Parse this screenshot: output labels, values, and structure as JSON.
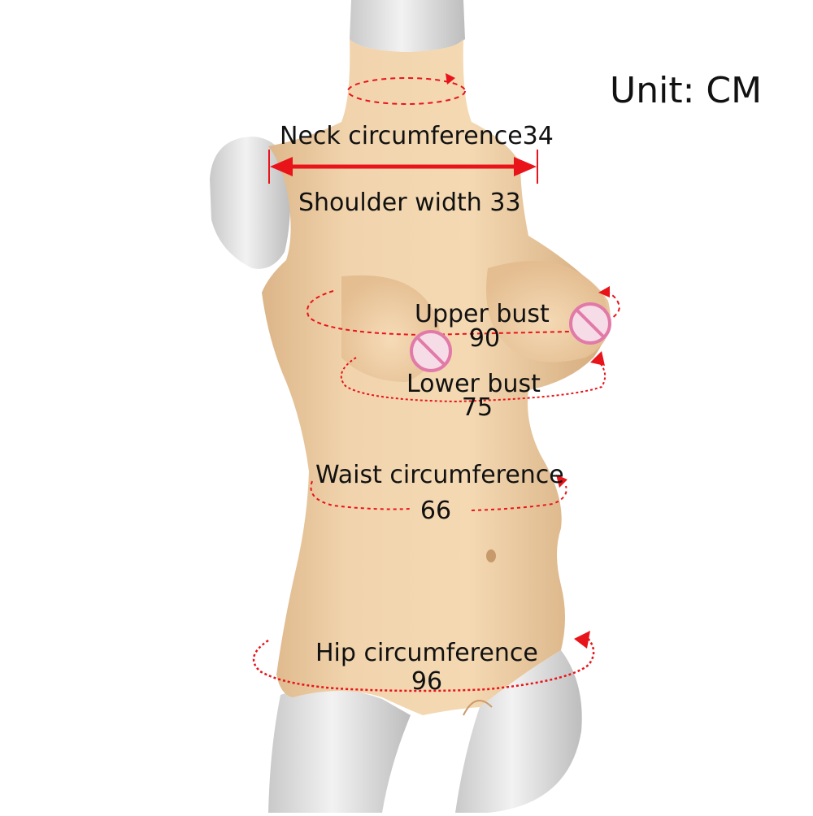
{
  "image": {
    "unit_label": "Unit: CM",
    "colors": {
      "background": "#ffffff",
      "skin": "#efd0a6",
      "skin_shadow": "#d9b184",
      "mannequin": "#e8e8e8",
      "mannequin_shadow": "#bcbcbc",
      "measure_line": "#e8141a",
      "censor_fill": "#f6dce6",
      "censor_stroke": "#e17aa8",
      "text": "#111111"
    },
    "icons": {
      "censor": "prohibited-circle-icon",
      "arrow": "arrowhead-icon"
    }
  },
  "measurements": {
    "neck": {
      "label": "Neck circumference34"
    },
    "shoulder": {
      "label": "Shoulder width 33"
    },
    "upper_bust": {
      "label": "Upper bust",
      "value": "90"
    },
    "lower_bust": {
      "label": "Lower bust",
      "value": "75"
    },
    "waist": {
      "label": "Waist circumference",
      "value": "66"
    },
    "hip": {
      "label": "Hip circumference",
      "value": "96"
    }
  }
}
